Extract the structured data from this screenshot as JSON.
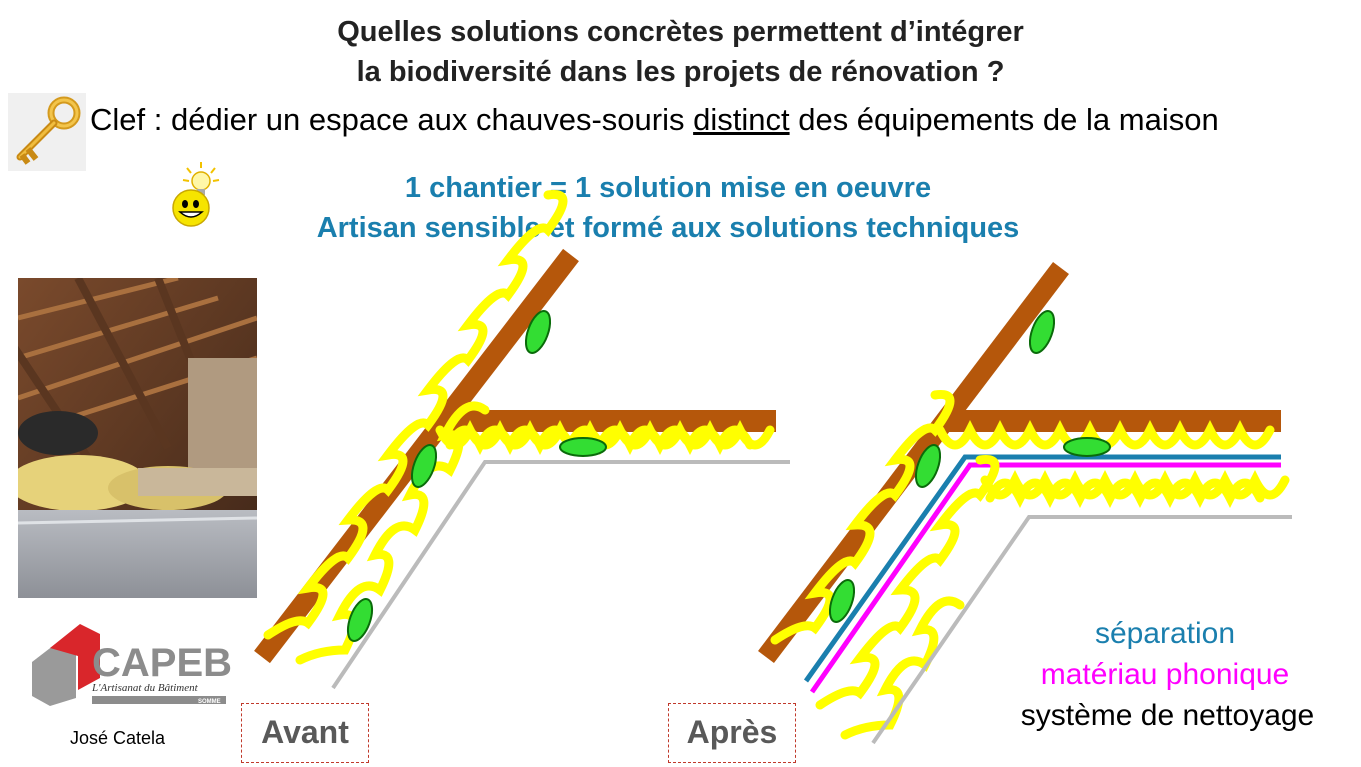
{
  "title": {
    "line1": "Quelles solutions concrètes permettent d’intégrer",
    "line2": "la biodiversité dans les projets de rénovation ?"
  },
  "key_line": {
    "prefix": "Clef : dédier un espace aux chauves-souris ",
    "underlined": "distinct",
    "suffix": " des équipements de la maison"
  },
  "highlights": {
    "line1": "1 chantier = 1 solution mise en oeuvre",
    "line2": "Artisan sensible et formé aux solutions techniques"
  },
  "diagram_labels": {
    "before": "Avant",
    "after": "Après"
  },
  "legend": {
    "separation": "séparation",
    "phonic_material": "matériau phonique",
    "cleaning_system": "système de nettoyage"
  },
  "logo": {
    "name": "CAPEB",
    "tagline": "L'Artisanat du Bâtiment",
    "region": "SOMME"
  },
  "author": "José Catela",
  "colors": {
    "title": "#222222",
    "highlight_blue": "#1a7fae",
    "beam_brown": "#b5570b",
    "insulation_yellow": "#ffff00",
    "bat_green": "#33dd33",
    "board_grey": "#bbbbbb",
    "separation_blue": "#1a7fae",
    "phonic_magenta": "#ff00ff",
    "dashed_red": "#c0392b",
    "logo_red": "#d9262b"
  },
  "icons": [
    "key-icon",
    "smiley-lightbulb-icon"
  ]
}
